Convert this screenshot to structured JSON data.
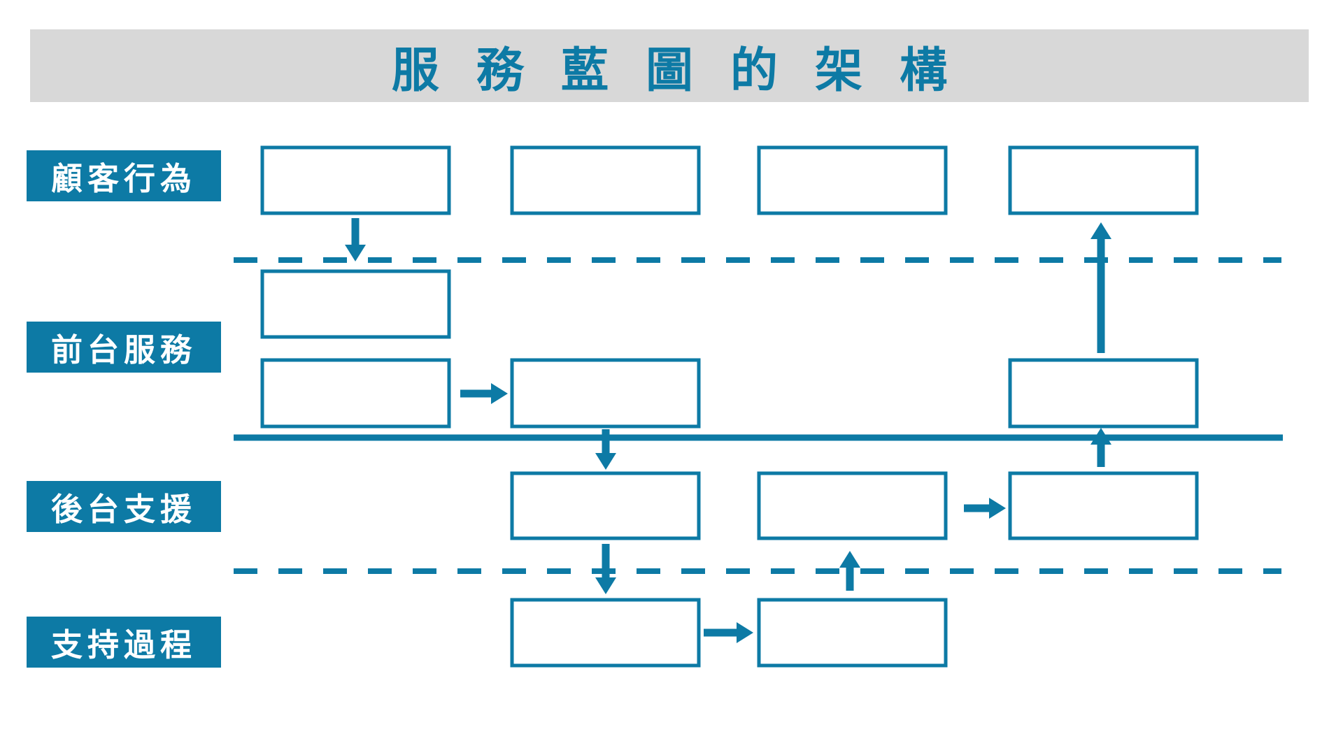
{
  "title": "服務藍圖的架構",
  "diagram": {
    "lanes": [
      {
        "label": "顧客行為",
        "box_count": 4
      },
      {
        "label": "前台服務",
        "box_count": 4
      },
      {
        "label": "後台支援",
        "box_count": 3
      },
      {
        "label": "支持過程",
        "box_count": 2
      }
    ],
    "separators": [
      {
        "between": "顧客行為/前台服務",
        "style": "dashed"
      },
      {
        "between": "前台服務/後台支援",
        "style": "solid"
      },
      {
        "between": "後台支援/支持過程",
        "style": "dashed"
      }
    ],
    "connections": [
      {
        "from": "顧客行為-1",
        "to": "前台服務-1",
        "direction": "down"
      },
      {
        "from": "前台服務-2",
        "to": "前台服務-3",
        "direction": "right"
      },
      {
        "from": "前台服務-4",
        "to": "顧客行為-4",
        "direction": "up"
      },
      {
        "from": "前台服務-3",
        "to": "後台支援-1",
        "direction": "down"
      },
      {
        "from": "後台支援-2",
        "to": "後台支援-3",
        "direction": "right"
      },
      {
        "from": "後台支援-3",
        "to": "前台服務-4",
        "direction": "up"
      },
      {
        "from": "後台支援-1",
        "to": "支持過程-1",
        "direction": "down"
      },
      {
        "from": "支持過程-1",
        "to": "支持過程-2",
        "direction": "right"
      },
      {
        "from": "支持過程-2",
        "to": "後台支援-2",
        "direction": "up"
      }
    ]
  },
  "colors": {
    "accent_teal": "#0D7AA5",
    "banner_background": "#D8D8D8",
    "box_fill": "#FFFFFF",
    "label_text": "#FFFFFF"
  }
}
